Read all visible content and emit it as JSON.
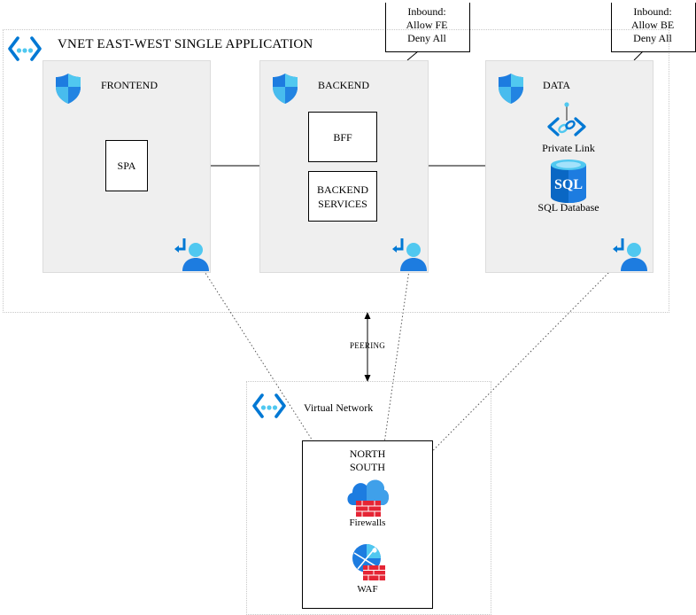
{
  "diagram": {
    "title": "VNET EAST-WEST SINGLE APPLICATION",
    "subnets": {
      "frontend": {
        "label": "FRONTEND",
        "component": "SPA"
      },
      "backend": {
        "label": "BACKEND",
        "components": [
          "BFF",
          "BACKEND SERVICES"
        ]
      },
      "data": {
        "label": "DATA",
        "private_link": "Private Link",
        "sql_database": "SQL Database",
        "sql_glyph": "SQL"
      }
    },
    "callouts": {
      "backend_inbound": [
        "Inbound:",
        "Allow FE",
        "Deny All"
      ],
      "data_inbound": [
        "Inbound:",
        "Allow BE",
        "Deny All"
      ]
    },
    "peering_label": "PEERING",
    "hub": {
      "label": "Virtual Network",
      "north_south": "NORTH SOUTH",
      "firewalls": "Firewalls",
      "waf": "WAF"
    },
    "colors": {
      "azure_blue": "#0078d4",
      "light_blue": "#50c8f0",
      "firewall_red": "#e52535",
      "subnet_fill": "#efefef"
    }
  }
}
